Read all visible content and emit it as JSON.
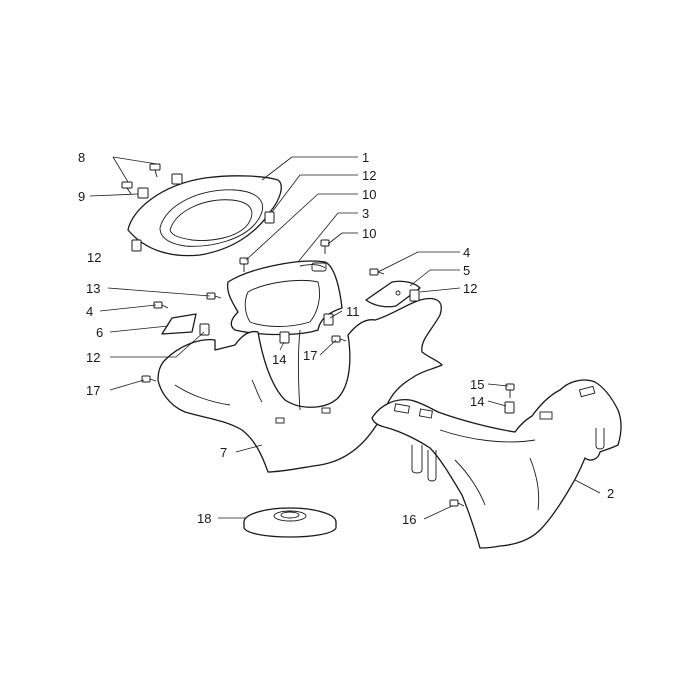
{
  "callouts": {
    "c1": "1",
    "c2": "2",
    "c3": "3",
    "c4a": "4",
    "c4b": "4",
    "c5": "5",
    "c6": "6",
    "c7": "7",
    "c8": "8",
    "c9": "9",
    "c10a": "10",
    "c10b": "10",
    "c11": "11",
    "c12a": "12",
    "c12b": "12",
    "c12c": "12",
    "c12d": "12",
    "c13": "13",
    "c14a": "14",
    "c14b": "14",
    "c15": "15",
    "c16": "16",
    "c17a": "17",
    "c17b": "17",
    "c18": "18"
  },
  "colors": {
    "line": "#1a1a1a",
    "background": "#ffffff"
  }
}
